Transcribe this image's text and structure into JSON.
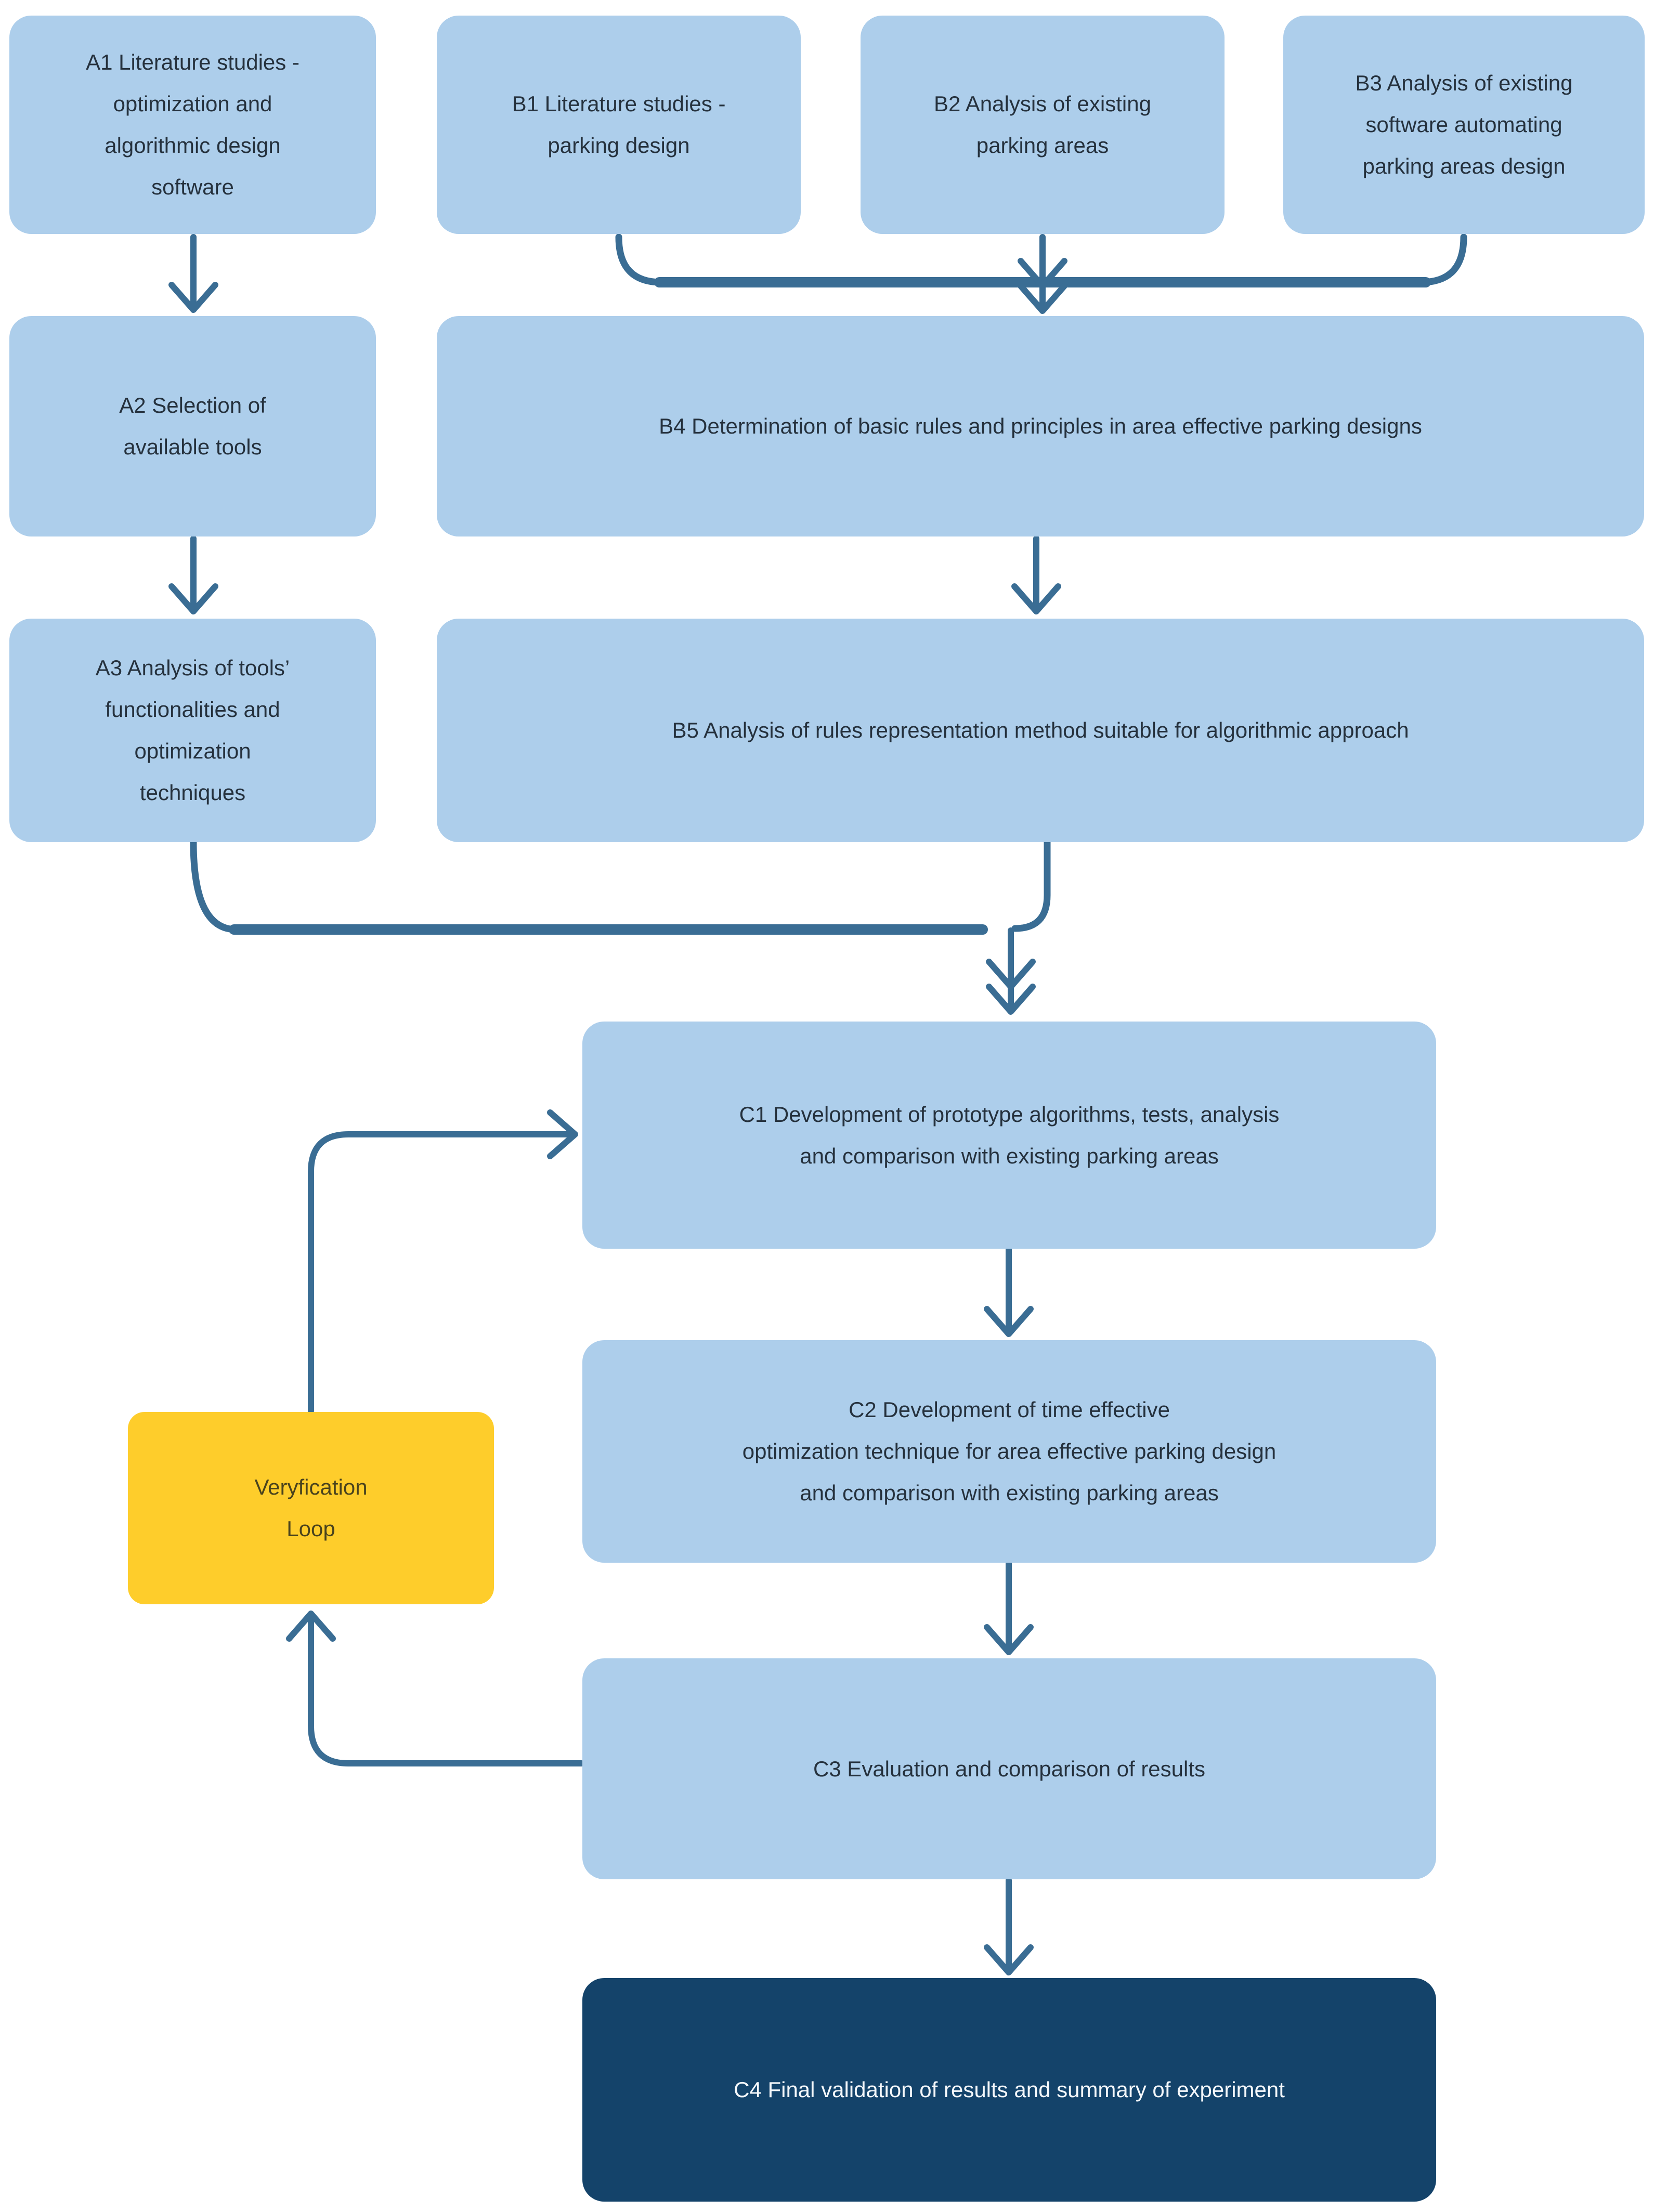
{
  "diagram": {
    "title": "Research methodology flowchart",
    "nodes": {
      "a1": {
        "id": "A1",
        "label": "A1 Literature studies -\noptimization and\nalgorithmic design\nsoftware"
      },
      "b1": {
        "id": "B1",
        "label": "B1 Literature studies -\nparking design"
      },
      "b2": {
        "id": "B2",
        "label": "B2 Analysis of existing\nparking areas"
      },
      "b3": {
        "id": "B3",
        "label": "B3 Analysis of existing\nsoftware automating\nparking areas design"
      },
      "a2": {
        "id": "A2",
        "label": "A2 Selection of\navailable tools"
      },
      "b4": {
        "id": "B4",
        "label": "B4 Determination of basic rules and principles in area effective parking designs"
      },
      "a3": {
        "id": "A3",
        "label": "A3 Analysis of tools’\nfunctionalities and\noptimization\ntechniques"
      },
      "b5": {
        "id": "B5",
        "label": "B5 Analysis of rules representation method suitable for algorithmic approach"
      },
      "c1": {
        "id": "C1",
        "label": "C1 Development of prototype algorithms, tests, analysis\nand comparison with existing parking areas"
      },
      "c2": {
        "id": "C2",
        "label": "C2 Development of time effective\noptimization technique for area effective parking design\nand comparison with existing parking areas"
      },
      "c3": {
        "id": "C3",
        "label": "C3 Evaluation and comparison of results"
      },
      "c4": {
        "id": "C4",
        "label": "C4 Final validation of results and summary of experiment"
      },
      "loop": {
        "id": "Loop",
        "label": "Veryfication\nLoop"
      }
    },
    "edges": [
      {
        "from": "A1",
        "to": "A2"
      },
      {
        "from": "B1",
        "to": "B4"
      },
      {
        "from": "B2",
        "to": "B4"
      },
      {
        "from": "B3",
        "to": "B4"
      },
      {
        "from": "A2",
        "to": "A3"
      },
      {
        "from": "B4",
        "to": "B5"
      },
      {
        "from": "A3",
        "to": "C1"
      },
      {
        "from": "B5",
        "to": "C1"
      },
      {
        "from": "C1",
        "to": "C2"
      },
      {
        "from": "C2",
        "to": "C3"
      },
      {
        "from": "C3",
        "to": "C4"
      },
      {
        "from": "C3",
        "to": "Loop"
      },
      {
        "from": "Loop",
        "to": "C1"
      }
    ],
    "colors": {
      "node_fill_blue": "#ADCEEB",
      "node_fill_navy": "#14436A",
      "node_fill_yellow": "#FECD2B",
      "connector": "#3A6D94",
      "text_dark": "#25313D",
      "text_on_navy": "#F5F8FB",
      "text_on_yellow": "#4A431D",
      "background": "#FFFFFF"
    }
  }
}
